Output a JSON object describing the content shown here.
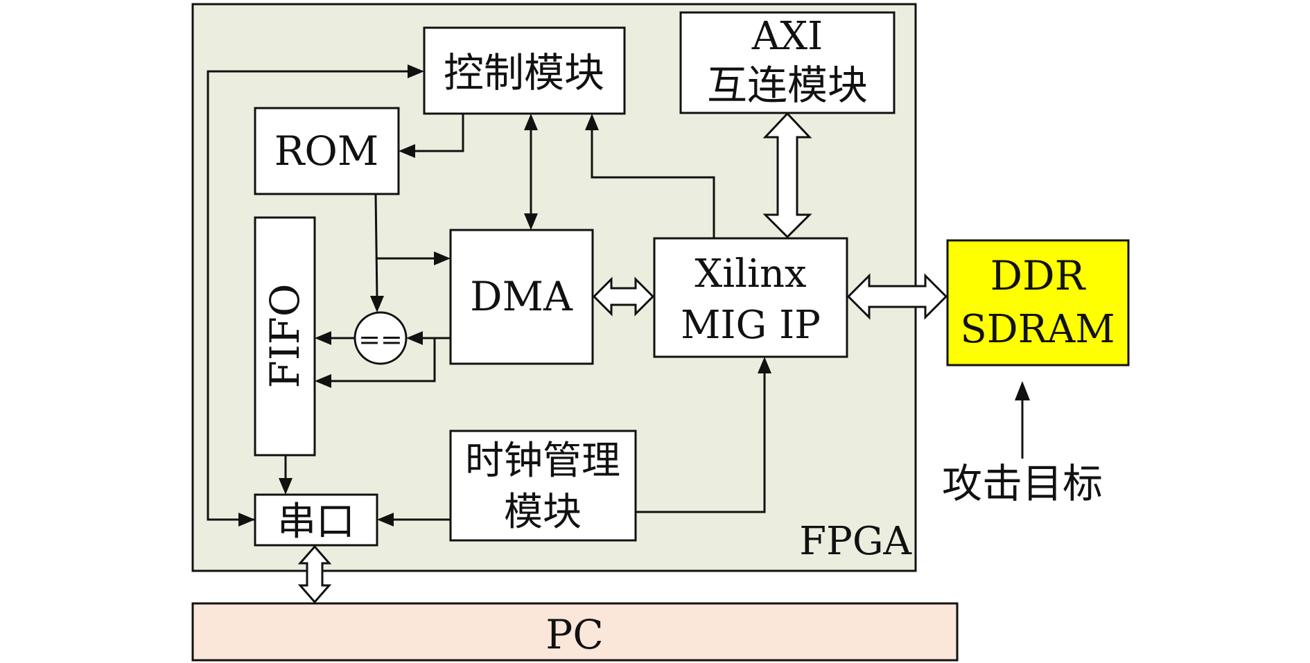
{
  "diagram": {
    "fpga_label": "FPGA",
    "pc_label": "PC",
    "colors": {
      "fpga_bg": "#ebeede",
      "pc_bg": "#fbe6da",
      "ddr_bg": "#ffff00",
      "stroke": "#111111"
    },
    "blocks": {
      "control": "控制模块",
      "axi_line1": "AXI",
      "axi_line2": "互连模块",
      "rom": "ROM",
      "fifo": "FIFO",
      "dma": "DMA",
      "mig_line1": "Xilinx",
      "mig_line2": "MIG IP",
      "ddr_line1": "DDR",
      "ddr_line2": "SDRAM",
      "clock_line1": "时钟管理",
      "clock_line2": "模块",
      "serial": "串口",
      "compare": "=="
    },
    "attack_target": "攻击目标"
  }
}
